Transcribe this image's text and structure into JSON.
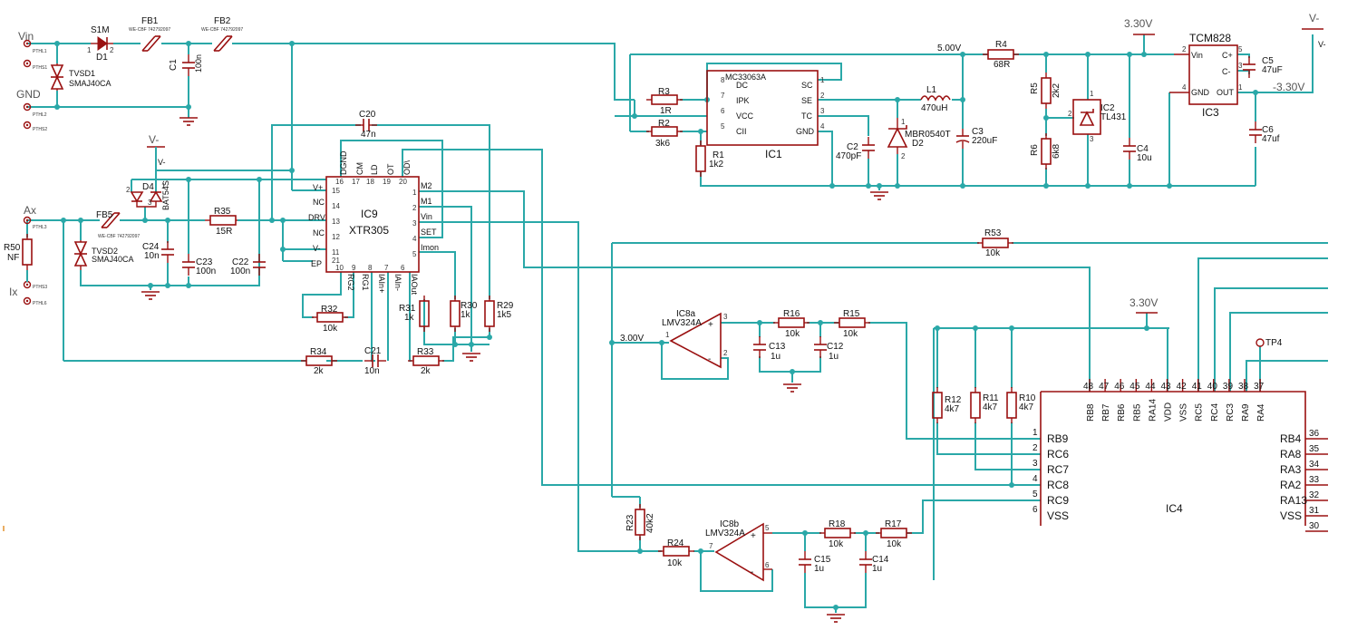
{
  "nets": {
    "vin": "Vin",
    "gnd": "GND",
    "ax": "Ax",
    "ix": "Ix",
    "vminus1": "V-",
    "vminus2": "V-",
    "v5": "5.00V",
    "v33a": "3.30V",
    "v33b": "3.30V",
    "vneg33": "-3.30V",
    "v300": "3.00V",
    "tp4": "TP4"
  },
  "pthl": {
    "a": "PTHL1",
    "b": "PTHS1",
    "c": "PTHL2",
    "d": "PTHS2",
    "e": "PTHL3",
    "f": "PTHS3",
    "g": "PTHL6"
  },
  "front": {
    "s1m": "S1M",
    "d1": "D1",
    "fb1": "FB1",
    "fb2": "FB2",
    "fb5": "FB5",
    "fbpart": "WE-CBF 742792097",
    "c1": "C1",
    "c1v": "100n",
    "tvsd1": "TVSD1",
    "tvsd1v": "SMAJ40CA",
    "tvsd2": "TVSD2",
    "tvsd2v": "SMAJ40CA",
    "d4": "D4",
    "bat": "BAT54S",
    "r35": "R35",
    "r35v": "15R",
    "r50": "R50",
    "r50v": "NF",
    "c24": "C24",
    "c24v": "10n",
    "c23": "C23",
    "c23v": "100n",
    "c22": "C22",
    "c22v": "100n"
  },
  "xtr": {
    "ref": "IC9",
    "val": "XTR305",
    "c20": "C20",
    "c20v": "47n",
    "pins_left": [
      "V+",
      "NC",
      "DRV",
      "NC",
      "V-",
      "EP"
    ],
    "pins_top": [
      "DGND",
      "CM",
      "LD",
      "OT",
      "OD\\"
    ],
    "pins_right": [
      "M2",
      "M1",
      "Vin",
      "SET",
      "Imon"
    ],
    "pins_bottom": [
      "RG2",
      "RG1",
      "IAIn+",
      "IAIn-",
      "IAOut"
    ],
    "r32": "R32",
    "r32v": "10k",
    "r31": "R31",
    "r31v": "1k",
    "r30": "R30",
    "r30v": "1k",
    "r29": "R29",
    "r29v": "1k5",
    "r34": "R34",
    "r34v": "2k",
    "c21": "C21",
    "c21v": "10n",
    "r33": "R33",
    "r33v": "2k"
  },
  "supply": {
    "ic1ref": "IC1",
    "ic1val": "MC33063A",
    "ic1pins": [
      "DC",
      "IPK",
      "VCC",
      "CII",
      "SC",
      "SE",
      "TC",
      "GND"
    ],
    "r3": "R3",
    "r3v": "1R",
    "r2": "R2",
    "r2v": "3k6",
    "r1": "R1",
    "r1v": "1k2",
    "c2": "C2",
    "c2v": "470pF",
    "l1": "L1",
    "l1v": "470uH",
    "d2": "D2",
    "d2v": "MBR0540T",
    "c3": "C3",
    "c3v": "220uF",
    "r4": "R4",
    "r4v": "68R",
    "r5": "R5",
    "r5v": "2k2",
    "r6": "R6",
    "r6v": "6k8",
    "ic2": "IC2",
    "ic2v": "TL431",
    "c4": "C4",
    "c4v": "10u",
    "ic3ref": "IC3",
    "ic3val": "TCM828",
    "ic3pins": [
      "Vin",
      "GND",
      "C+",
      "C-",
      "OUT"
    ],
    "c5": "C5",
    "c5v": "47uF",
    "c6": "C6",
    "c6v": "47uf"
  },
  "filters": {
    "r53": "R53",
    "r53v": "10k",
    "ic8a": "IC8a",
    "ic8av": "LMV324A",
    "r16": "R16",
    "r16v": "10k",
    "r15": "R15",
    "r15v": "10k",
    "c13": "C13",
    "c13v": "1u",
    "c12": "C12",
    "c12v": "1u",
    "ic8b": "IC8b",
    "ic8bv": "LMV324A",
    "r23": "R23",
    "r23v": "40k2",
    "r24": "R24",
    "r24v": "10k",
    "r18": "R18",
    "r18v": "10k",
    "r17": "R17",
    "r17v": "10k",
    "c15": "C15",
    "c15v": "1u",
    "c14": "C14",
    "c14v": "1u"
  },
  "mcu": {
    "ref": "IC4",
    "r12": "R12",
    "r12v": "4k7",
    "r11": "R11",
    "r11v": "4k7",
    "r10": "R10",
    "r10v": "4k7",
    "top_nums": [
      "48",
      "47",
      "46",
      "45",
      "44",
      "43",
      "42",
      "41",
      "40",
      "39",
      "38",
      "37"
    ],
    "top_names": [
      "RB8",
      "RB7",
      "RB6",
      "RB5",
      "RA14",
      "VDD",
      "VSS",
      "RC5",
      "RC4",
      "RC3",
      "RA9",
      "RA4"
    ],
    "left_nums": [
      "1",
      "2",
      "3",
      "4",
      "5",
      "6"
    ],
    "left_names": [
      "RB9",
      "RC6",
      "RC7",
      "RC8",
      "RC9",
      "VSS"
    ],
    "right_nums": [
      "36",
      "35",
      "34",
      "33",
      "32",
      "31",
      "30"
    ],
    "right_names": [
      "RB4",
      "RA8",
      "RA3",
      "RA2",
      "RA13",
      "VSS",
      ""
    ]
  }
}
